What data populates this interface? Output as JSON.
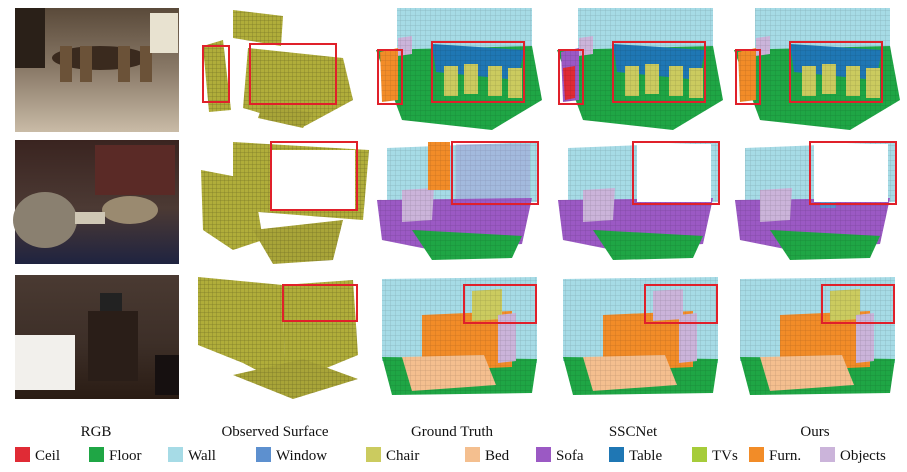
{
  "columns": [
    "RGB",
    "Observed Surface",
    "Ground Truth",
    "SSCNet",
    "Ours"
  ],
  "legend": [
    {
      "label": "Ceil",
      "color": "#e02b35",
      "icon": "ceil-swatch"
    },
    {
      "label": "Floor",
      "color": "#1fa645",
      "icon": "floor-swatch"
    },
    {
      "label": "Wall",
      "color": "#a6dbe6",
      "icon": "wall-swatch"
    },
    {
      "label": "Window",
      "color": "#5d90cf",
      "icon": "window-swatch"
    },
    {
      "label": "Chair",
      "color": "#cbcb5f",
      "icon": "chair-swatch"
    },
    {
      "label": "Bed",
      "color": "#f4bf8f",
      "icon": "bed-swatch"
    },
    {
      "label": "Sofa",
      "color": "#9b59c4",
      "icon": "sofa-swatch"
    },
    {
      "label": "Table",
      "color": "#1f77b4",
      "icon": "table-swatch"
    },
    {
      "label": "TVs",
      "color": "#a6cc3a",
      "icon": "tvs-swatch"
    },
    {
      "label": "Furn.",
      "color": "#f28c28",
      "icon": "furn-swatch"
    },
    {
      "label": "Objects",
      "color": "#cbb4da",
      "icon": "objects-swatch"
    }
  ],
  "colors": {
    "observed": "#b0ad3a",
    "highlight_box": "#e0202a",
    "text": "#111111"
  }
}
